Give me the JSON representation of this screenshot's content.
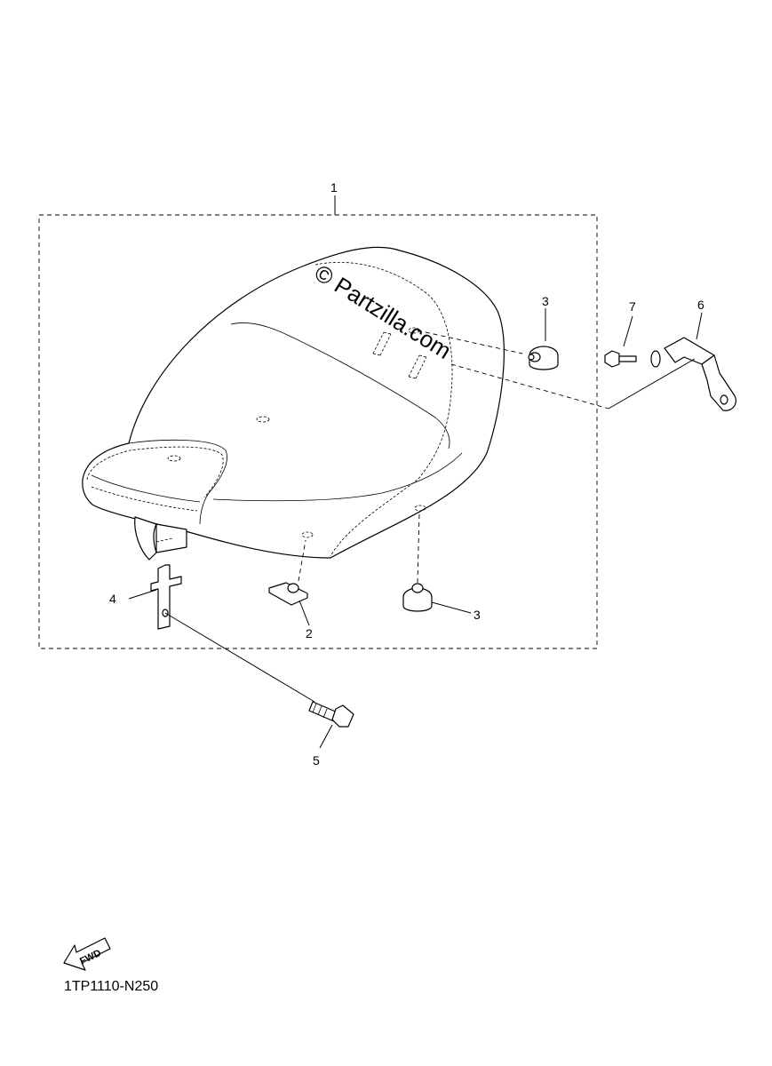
{
  "watermark": "© Partzilla.com",
  "callouts": {
    "seat": "1",
    "nut": "2",
    "damper_top": "3",
    "damper_bottom": "3",
    "bracket_plate": "4",
    "bolt_bottom": "5",
    "bracket_right": "6",
    "bolt_right": "7"
  },
  "direction_label": "FWD",
  "drawing_code": "1TP1110-N250"
}
